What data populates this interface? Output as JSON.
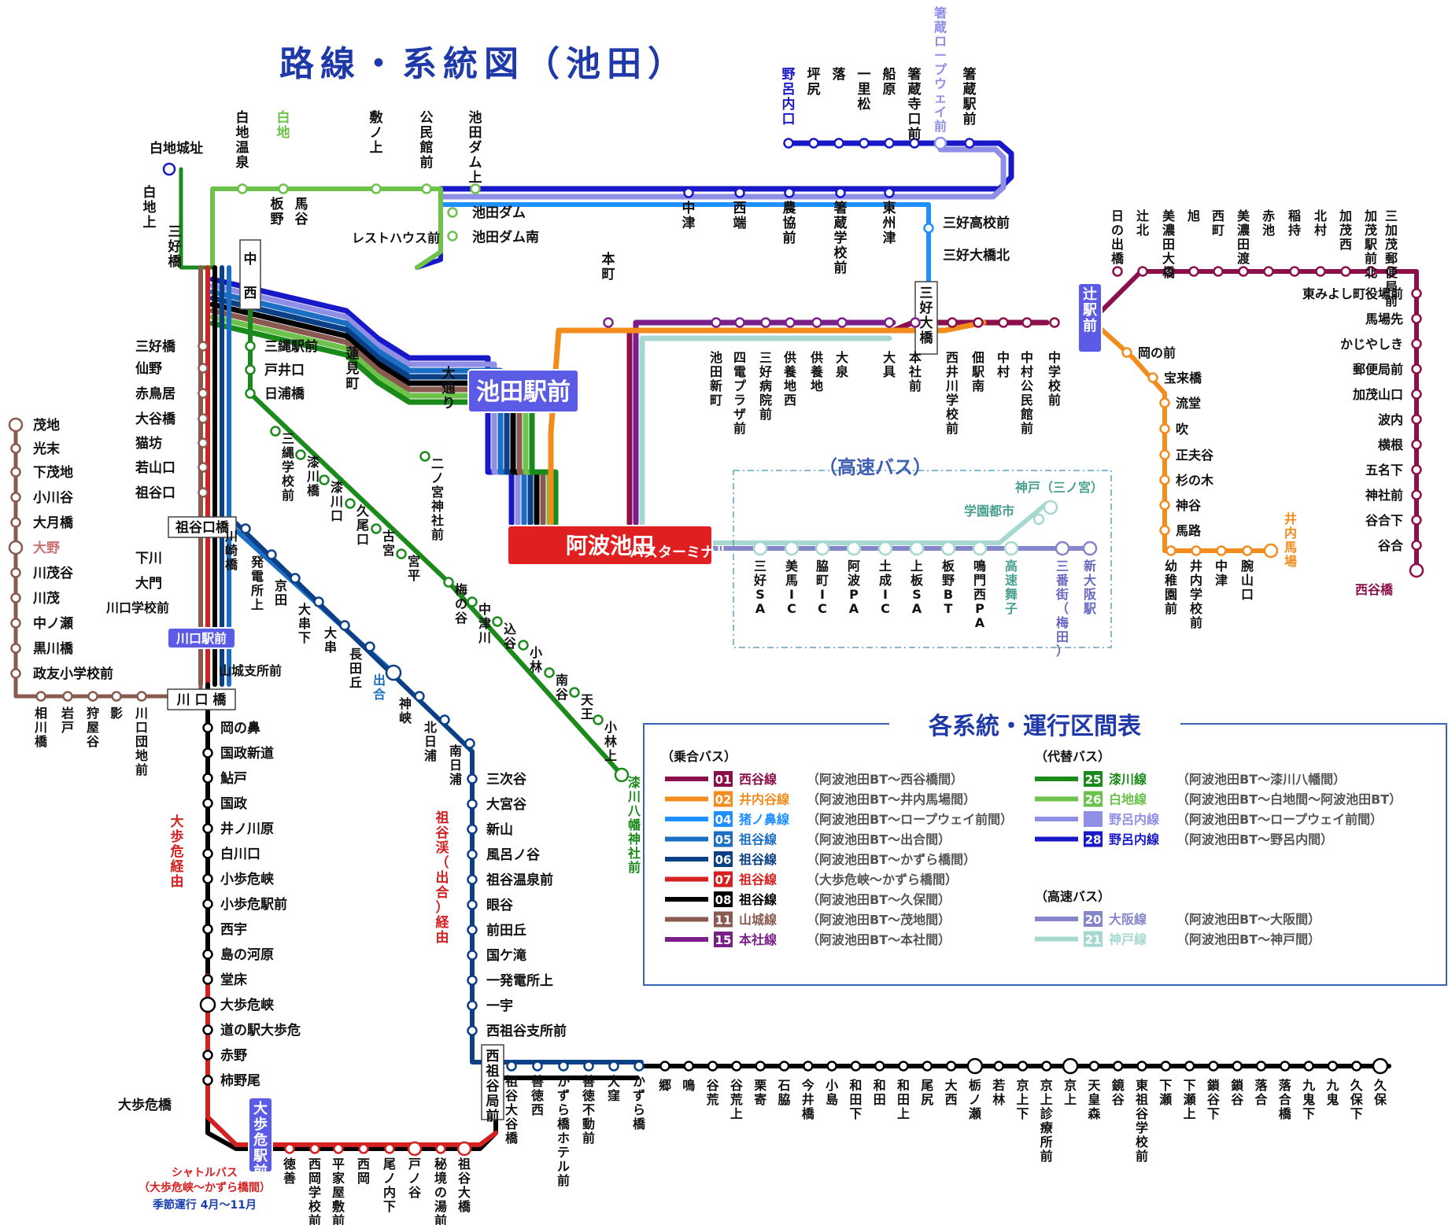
{
  "title": "路線・系統図（池田）",
  "hubs": {
    "ikeda_eki": "池田駅前",
    "bus_terminal": "阿波池田",
    "bus_terminal_sub": "バスターミナル",
    "tsuji_eki": "辻駅前",
    "miyoshi_ohashi": "三好大橋",
    "naka_nishi": "中西",
    "iyaguchi_bashi": "祖谷口橋",
    "kawaguchi_eki": "川口駅前",
    "kawaguchi_bashi": "川 口 橋",
    "oboke_eki": "大歩危駅前",
    "nishiiya_kyoku": "西祖谷局前"
  },
  "labels": {
    "top_branch": [
      "箸蔵駅前",
      "箸蔵寺口前",
      "船原",
      "一里松",
      "落",
      "坪尻",
      "野呂内口"
    ],
    "ropeway": "箸蔵ロープウェイ前",
    "trunk_top": [
      "中津",
      "西端",
      "農協前",
      "箸蔵学校前",
      "東州津"
    ],
    "shiraji_left": [
      "白地城址",
      "白地上",
      "三好橋"
    ],
    "shiraji_loop": [
      "白地温泉",
      "白地",
      "敷ノ上",
      "公民館前",
      "池田ダム上",
      "板野",
      "馬谷",
      "レストハウス前",
      "池田ダム",
      "池田ダム南"
    ],
    "miyoshi_kou": [
      "三好高校前",
      "三好大橋北"
    ],
    "honmachi": "本町",
    "main_east": [
      "池田新町",
      "四電プラザ前",
      "三好病院前",
      "供養地西",
      "供養地",
      "大泉",
      "大具",
      "本社前",
      "西井川学校前",
      "佃駅南",
      "中村",
      "中村公民館前",
      "中学校前"
    ],
    "renge": [
      "蓮見町",
      "大通り"
    ],
    "west_trunk": [
      "三好橋",
      "仙野",
      "赤鳥居",
      "大谷橋",
      "猫坊",
      "若山口",
      "祖谷口"
    ],
    "nishi_line": [
      "三縄駅前",
      "戸井口",
      "日浦橋"
    ],
    "left_branch": [
      "茂地",
      "光末",
      "下茂地",
      "小川谷",
      "大月橋",
      "大野",
      "川茂谷",
      "川茂",
      "中ノ瀬",
      "黒川橋",
      "政友小学校前"
    ],
    "left_bottom": [
      "相川橋",
      "岩戸",
      "狩屋谷",
      "影",
      "川口団地前"
    ],
    "kawaguchi_side": [
      "下川",
      "大門",
      "川口学校前",
      "山城支所前"
    ],
    "green_diag": [
      "三縄学校前",
      "漆川橋",
      "漆川口",
      "久尾口",
      "古宮",
      "宮平",
      "二ノ宮神社前",
      "梅の谷",
      "中津川",
      "込谷",
      "小林",
      "南谷",
      "天王",
      "小林上",
      "漆川八幡神社前"
    ],
    "blue_diag": [
      "川崎橋",
      "発電所上",
      "京田",
      "大串下",
      "大串",
      "長田丘",
      "出合",
      "神峡",
      "北日浦",
      "南日浦"
    ],
    "iya_down": [
      "三次谷",
      "大宮谷",
      "新山",
      "風呂ノ谷",
      "祖谷温泉前",
      "眼谷",
      "前田丘",
      "国ケ滝",
      "一発電所上",
      "一宇",
      "西祖谷支所前"
    ],
    "black_down": [
      "岡の鼻",
      "国政新道",
      "鮎戸",
      "国政",
      "井ノ川原",
      "白川口",
      "小歩危峡",
      "小歩危駅前",
      "西宇",
      "島の河原",
      "堂床",
      "大歩危峡",
      "道の駅大歩危",
      "赤野",
      "柿野尾"
    ],
    "oboke": "大歩危橋",
    "bottom_row": [
      "徳善",
      "西岡学校前",
      "平家屋敷前",
      "西岡",
      "尾ノ内下",
      "戸ノ谷",
      "秘境の湯前",
      "祖谷大橋",
      "祖谷大谷橋",
      "善徳西",
      "かずら橋ホテル前",
      "善徳不動前",
      "大窪",
      "かずら橋"
    ],
    "bottom_east": [
      "郷",
      "鳴",
      "谷荒",
      "谷荒上",
      "栗寄",
      "石脇",
      "今井橋",
      "小島",
      "和田下",
      "和田",
      "和田上",
      "尾尻",
      "大西",
      "栃ノ瀬",
      "若林",
      "京上下",
      "京上診療所前",
      "京上",
      "天皇森",
      "鏡谷",
      "東祖谷学校前",
      "下瀬",
      "下瀬上",
      "鎖谷下",
      "鎖谷",
      "落合",
      "落合橋",
      "九鬼下",
      "九鬼",
      "久保下",
      "久保"
    ],
    "right_branch_top": [
      "日の出橋",
      "辻北",
      "美濃田大橋",
      "旭",
      "西町",
      "美濃田渡",
      "赤池",
      "稲持",
      "北村",
      "加茂西",
      "加茂駅前北",
      "三加茂郵便局前"
    ],
    "right_branch_down": [
      "東みよし町役場前",
      "馬場先",
      "かじやしき",
      "郵便局前",
      "加茂山口",
      "波内",
      "横根",
      "五名下",
      "神社前",
      "谷合下",
      "谷合",
      "西谷橋"
    ],
    "orange_branch": [
      "岡の前",
      "宝来橋",
      "流堂",
      "吹",
      "正夫谷",
      "杉の木",
      "神谷",
      "馬路",
      "幼稚園前",
      "井内学校前",
      "中津",
      "腕山口",
      "井内馬場"
    ],
    "highway_title": "（高速バス）",
    "highway_stops": [
      "三好SA",
      "美馬IC",
      "脇町IC",
      "阿波PA",
      "土成IC",
      "上板SA",
      "板野BT",
      "鳴門西PA",
      "高速舞子",
      "三番街（梅田）",
      "新大阪駅",
      "神戸（三ノ宮）",
      "学園都市"
    ],
    "shuttle": [
      "シャトルバス",
      "（大歩危峡〜かずら橋間）",
      "季節運行 4月〜11月"
    ],
    "route_notes": [
      "大歩危経由",
      "祖谷渓（出合）経由"
    ]
  },
  "legend": {
    "title": "各系統・運行区間表",
    "sections": [
      "（乗合バス）",
      "（代替バス）",
      "（高速バス）"
    ],
    "left": [
      {
        "num": "01",
        "name": "西谷線",
        "range": "（阿波池田BT〜西谷橋間）",
        "color": "#8b0f4a"
      },
      {
        "num": "02",
        "name": "井内谷線",
        "range": "（阿波池田BT〜井内馬場間）",
        "color": "#f28c1c"
      },
      {
        "num": "04",
        "name": "猪ノ鼻線",
        "range": "（阿波池田BT〜ロープウェイ前間）",
        "color": "#1e90ff"
      },
      {
        "num": "05",
        "name": "祖谷線",
        "range": "（阿波池田BT〜出合間）",
        "color": "#1a6fc4"
      },
      {
        "num": "06",
        "name": "祖谷線",
        "range": "（阿波池田BT〜かずら橋間）",
        "color": "#0b3f86"
      },
      {
        "num": "07",
        "name": "祖谷線",
        "range": "（大歩危峡〜かずら橋間）",
        "color": "#d42020"
      },
      {
        "num": "08",
        "name": "祖谷線",
        "range": "（阿波池田BT〜久保間）",
        "color": "#000000"
      },
      {
        "num": "11",
        "name": "山城線",
        "range": "（阿波池田BT〜茂地間）",
        "color": "#8a5a50"
      },
      {
        "num": "15",
        "name": "本社線",
        "range": "（阿波池田BT〜本社間）",
        "color": "#7a1f8a"
      }
    ],
    "right": [
      {
        "num": "25",
        "name": "漆川線",
        "range": "（阿波池田BT〜漆川八幡間）",
        "color": "#1a8a1a"
      },
      {
        "num": "26",
        "name": "白地線",
        "range": "（阿波池田BT〜白地間〜阿波池田BT）",
        "color": "#6cc24a"
      },
      {
        "num": "",
        "name": "野呂内線",
        "range": "（阿波池田BT〜ロープウェイ前間）",
        "color": "#8f8fe6"
      },
      {
        "num": "28",
        "name": "野呂内線",
        "range": "（阿波池田BT〜野呂内間）",
        "color": "#1818c8"
      },
      {
        "num": "20",
        "name": "大阪線",
        "range": "（阿波池田BT〜大阪間）",
        "color": "#8585c9"
      },
      {
        "num": "21",
        "name": "神戸線",
        "range": "（阿波池田BT〜神戸間）",
        "color": "#a6d8cf"
      }
    ]
  }
}
